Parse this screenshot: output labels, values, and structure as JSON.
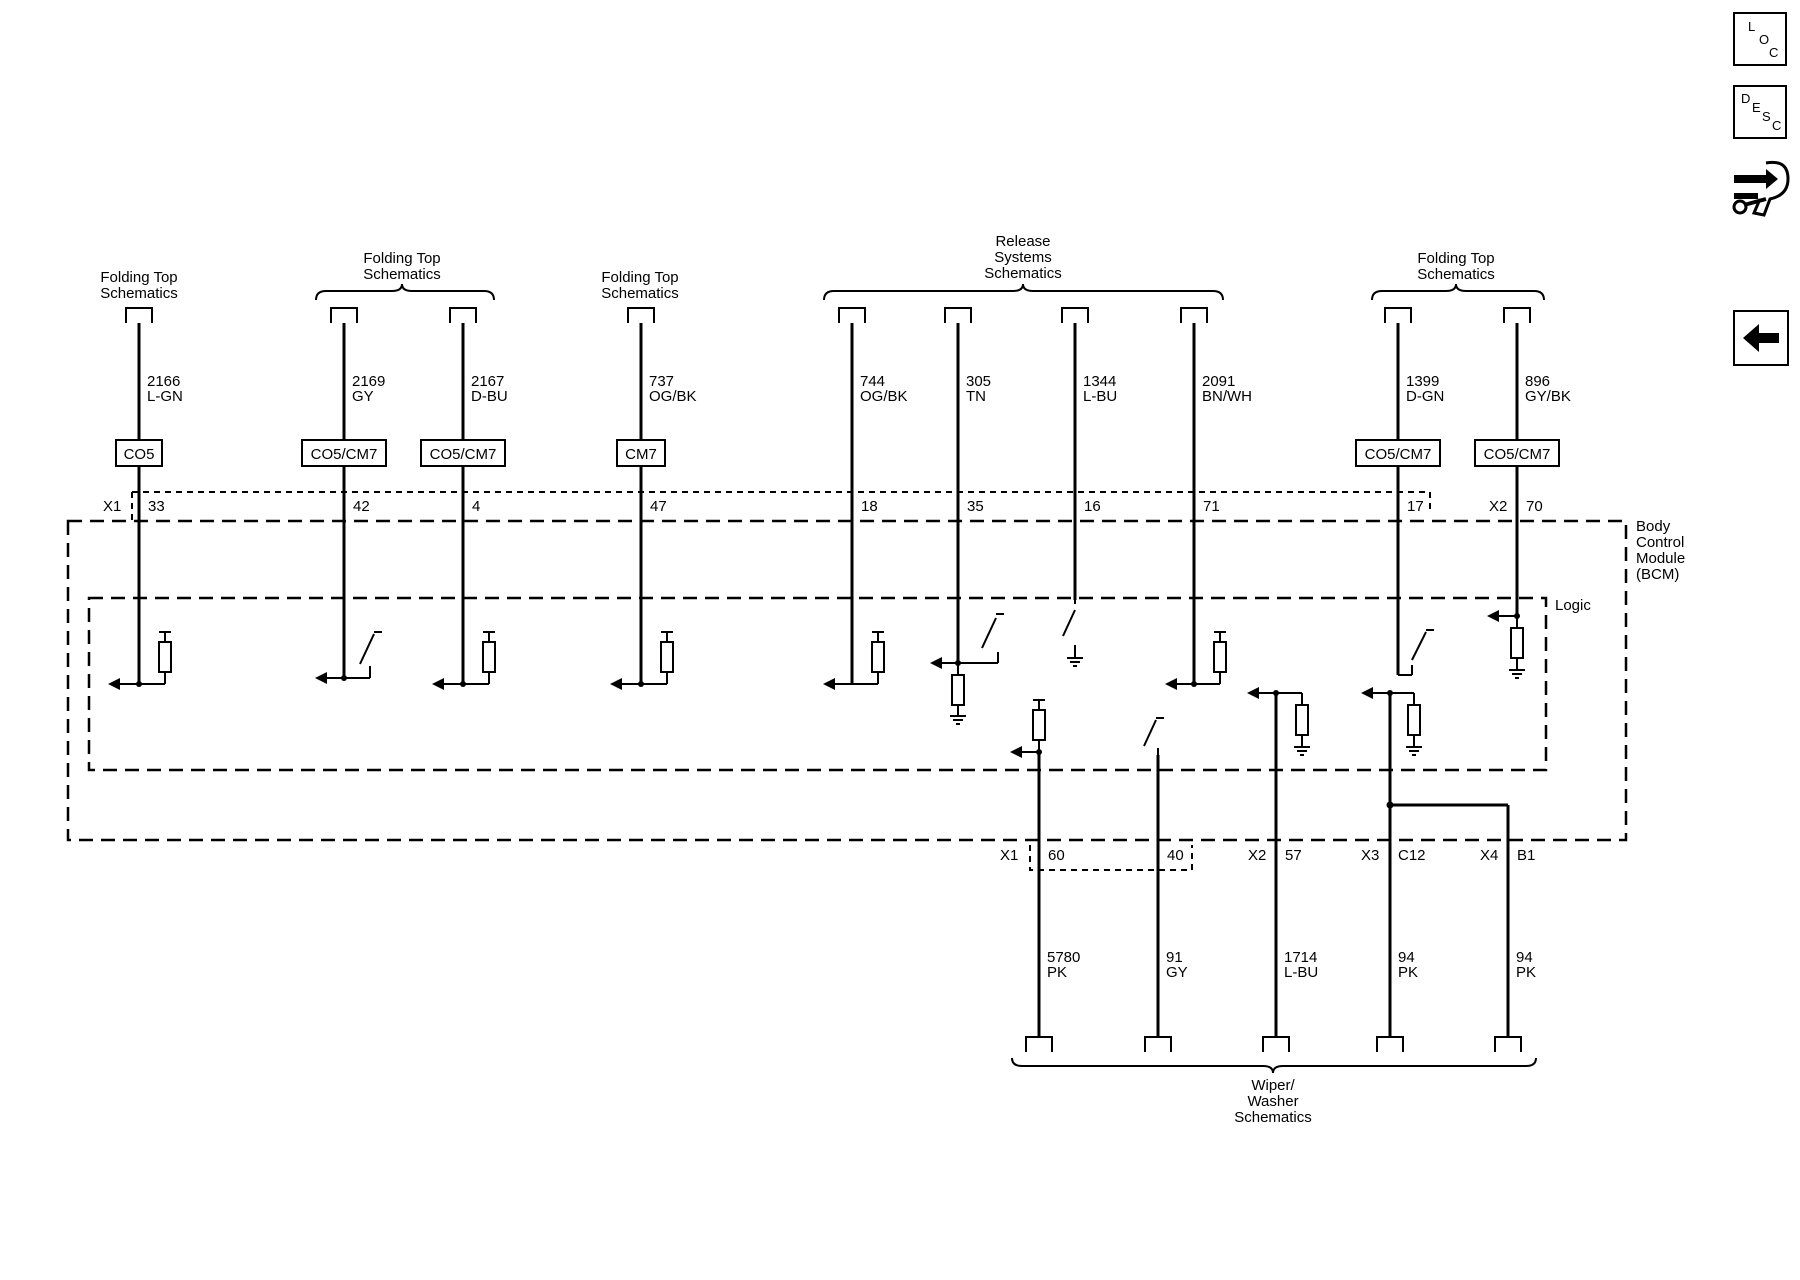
{
  "nav": {
    "loc": [
      "L",
      "O",
      "C"
    ],
    "desc": [
      "D",
      "E",
      "S",
      "C"
    ],
    "back_icon": "left-arrow-icon",
    "tools_icon": "wrench-arrows-icon"
  },
  "module": {
    "name": [
      "Body",
      "Control",
      "Module",
      "(BCM)"
    ],
    "logic": "Logic"
  },
  "groups_top": [
    {
      "id": "ft1",
      "lines": [
        "Folding Top",
        "Schematics"
      ]
    },
    {
      "id": "ft2",
      "lines": [
        "Folding Top",
        "Schematics"
      ]
    },
    {
      "id": "ft3",
      "lines": [
        "Folding Top",
        "Schematics"
      ]
    },
    {
      "id": "rel",
      "lines": [
        "Release",
        "Systems",
        "Schematics"
      ]
    },
    {
      "id": "ft4",
      "lines": [
        "Folding Top",
        "Schematics"
      ]
    }
  ],
  "group_bottom": {
    "lines": [
      "Wiper/",
      "Washer",
      "Schematics"
    ]
  },
  "top_wires": [
    {
      "circuit": "2166",
      "color": "L-GN",
      "option": "CO5",
      "pin": "33",
      "connector": "X1"
    },
    {
      "circuit": "2169",
      "color": "GY",
      "option": "CO5/CM7",
      "pin": "42"
    },
    {
      "circuit": "2167",
      "color": "D-BU",
      "option": "CO5/CM7",
      "pin": "4"
    },
    {
      "circuit": "737",
      "color": "OG/BK",
      "option": "CM7",
      "pin": "47"
    },
    {
      "circuit": "744",
      "color": "OG/BK",
      "pin": "18"
    },
    {
      "circuit": "305",
      "color": "TN",
      "pin": "35"
    },
    {
      "circuit": "1344",
      "color": "L-BU",
      "pin": "16"
    },
    {
      "circuit": "2091",
      "color": "BN/WH",
      "pin": "71"
    },
    {
      "circuit": "1399",
      "color": "D-GN",
      "option": "CO5/CM7",
      "pin": "17"
    },
    {
      "circuit": "896",
      "color": "GY/BK",
      "option": "CO5/CM7",
      "pin": "70",
      "connector": "X2"
    }
  ],
  "bottom_wires": [
    {
      "circuit": "5780",
      "color": "PK",
      "pin": "60",
      "connector": "X1"
    },
    {
      "circuit": "91",
      "color": "GY",
      "pin": "40"
    },
    {
      "circuit": "1714",
      "color": "L-BU",
      "pin": "57",
      "connector": "X2"
    },
    {
      "circuit": "94",
      "color": "PK",
      "pin": "C12",
      "connector": "X3"
    },
    {
      "circuit": "94",
      "color": "PK",
      "pin": "B1",
      "connector": "X4"
    }
  ]
}
